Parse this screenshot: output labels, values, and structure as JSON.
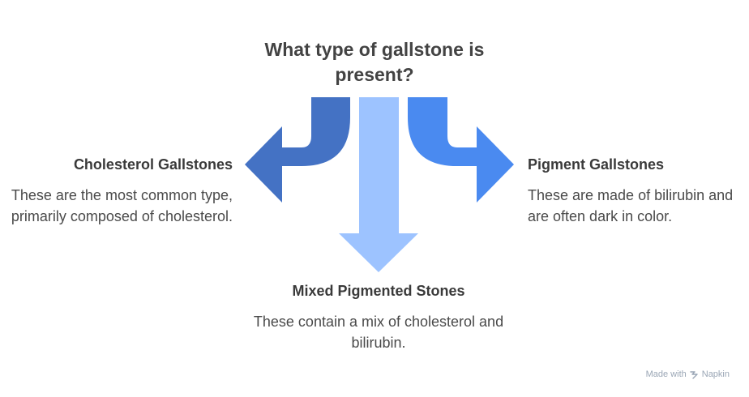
{
  "title": "What type of gallstone is\npresent?",
  "branches": {
    "left": {
      "heading": "Cholesterol Gallstones",
      "description": "These are the most common type, primarily composed of cholesterol."
    },
    "right": {
      "heading": "Pigment Gallstones",
      "description": "These are made of bilirubin and are often dark in color."
    },
    "bottom": {
      "heading": "Mixed Pigmented Stones",
      "description": "These contain a mix of cholesterol and bilirubin."
    }
  },
  "footer": {
    "made_with": "Made with",
    "brand": "Napkin"
  },
  "colors": {
    "left_arrow": "#4472C4",
    "center_arrow": "#9DC3FF",
    "right_arrow": "#4A8AF0"
  }
}
